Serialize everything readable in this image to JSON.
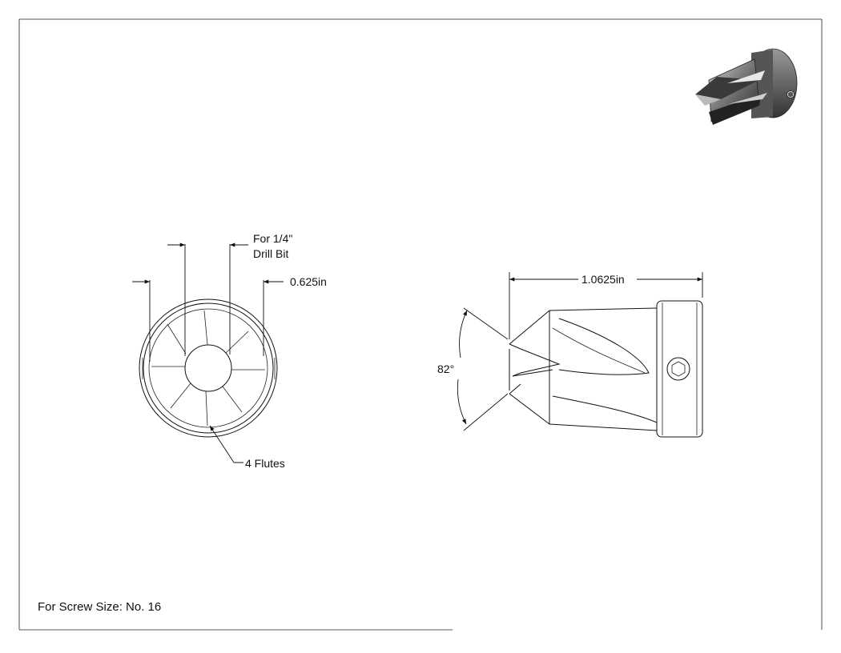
{
  "front_view": {
    "drill_bit_callout": [
      "For 1/4\"",
      "Drill Bit"
    ],
    "diameter": "0.625in",
    "flutes_callout": "4 Flutes"
  },
  "side_view": {
    "length": "1.0625in",
    "angle": "82°"
  },
  "footer": {
    "screw_size": "For Screw Size: No. 16"
  },
  "preview_icon": "countersink-bit-3d-render"
}
